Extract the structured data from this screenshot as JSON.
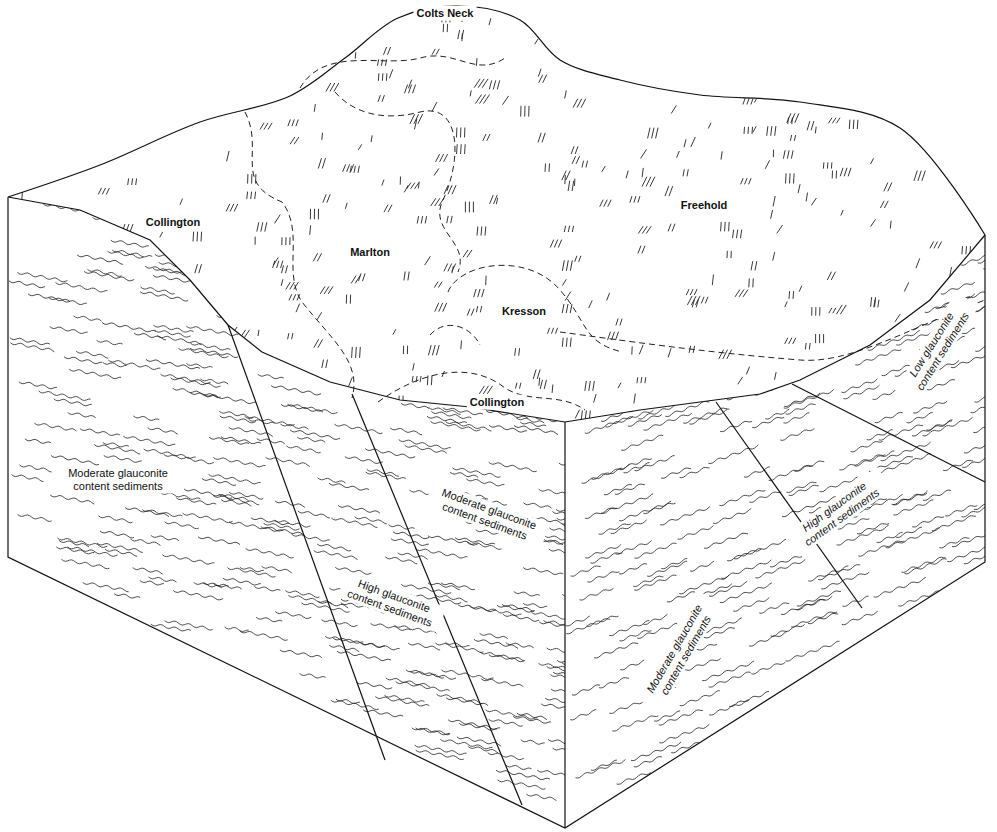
{
  "diagram": {
    "labels": [
      "Colts Neck",
      "Collington",
      "Marlton",
      "Freehold",
      "Kresson",
      "Collington",
      "Low glauconite content sediments",
      "High glauconite content sediments",
      "Moderate glauconite content sediments",
      "Moderate glauconite content sediments",
      "High glauconite content sediments",
      "Moderate glauconite content sediments"
    ]
  }
}
